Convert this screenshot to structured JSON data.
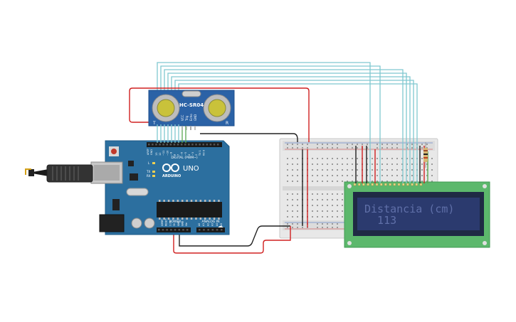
{
  "sensor": {
    "model_label": "HC-SR04",
    "pin_labels": [
      "VCC",
      "Trig",
      "Echo",
      "GND"
    ],
    "left_mark": "T",
    "right_mark": "R"
  },
  "arduino": {
    "brand_label": "ARDUINO",
    "model_label": "UNO",
    "digital_label": "DIGITAL (PWM~)",
    "power_label": "POWER",
    "analog_label": "ANALOG IN",
    "tx_label": "TX",
    "rx_label": "RX",
    "l_label": "L",
    "aref_label": "AREF",
    "gnd_label": "GND",
    "digital_pins": [
      "13",
      "12",
      "~11",
      "~10",
      "~9",
      "8",
      "7",
      "~6",
      "~5",
      "4",
      "~3",
      "2",
      "TX 1",
      "RX 0"
    ],
    "power_pins": [
      "IOREF",
      "RESET",
      "3.3V",
      "5V",
      "GND",
      "GND",
      "Vin"
    ],
    "analog_pins": [
      "A0",
      "A1",
      "A2",
      "A3",
      "A4",
      "A5"
    ]
  },
  "lcd": {
    "line1": "Distancia (cm)",
    "line2": "  113",
    "colors": {
      "pcb": "#5cb86c",
      "screen": "#2b3a6e",
      "text": "#5f6fa8"
    }
  },
  "colors": {
    "wire_cyan": "#7fc8d0",
    "wire_red": "#d02020",
    "wire_black": "#222222",
    "wire_green": "#5aa850",
    "arduino_blue": "#2c6f9f"
  }
}
